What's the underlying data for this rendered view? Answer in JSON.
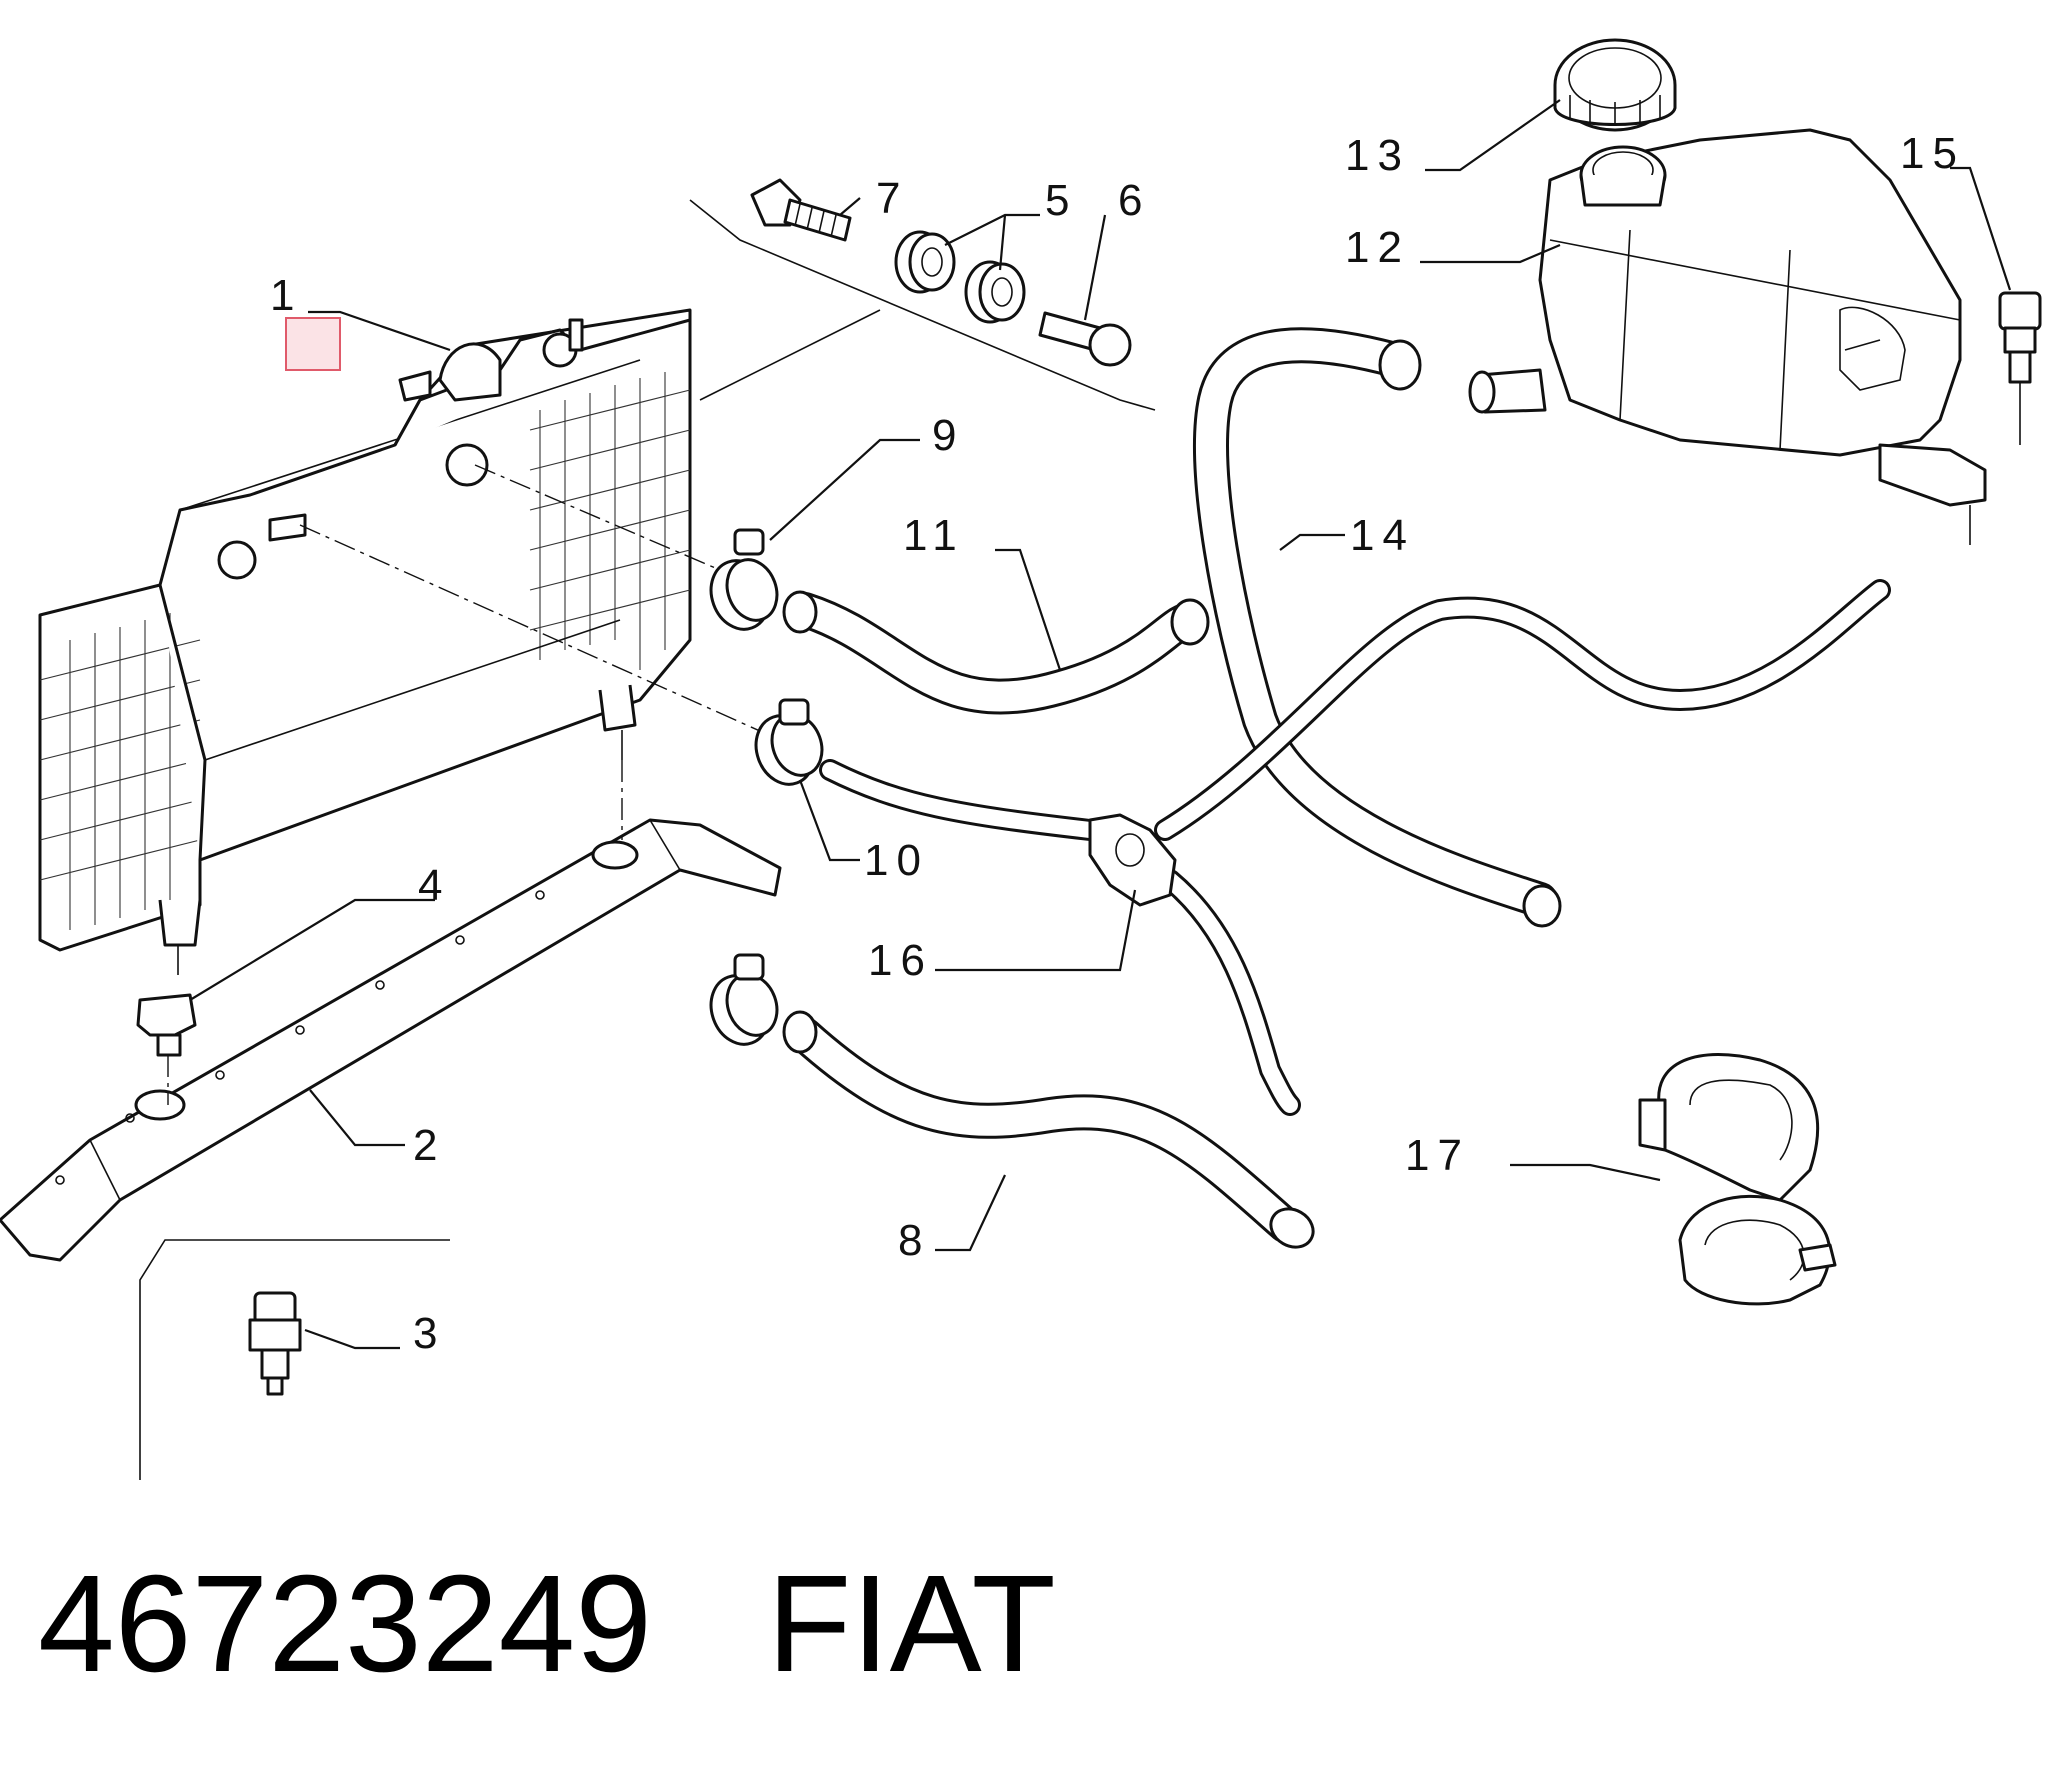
{
  "callouts": [
    "1",
    "2",
    "3",
    "4",
    "5",
    "6",
    "7",
    "8",
    "9",
    "10",
    "11",
    "12",
    "13",
    "14",
    "15",
    "16",
    "17"
  ],
  "highlight_color": "#e05a6a",
  "footer": {
    "part_number": "46723249",
    "brand": "FIAT"
  }
}
